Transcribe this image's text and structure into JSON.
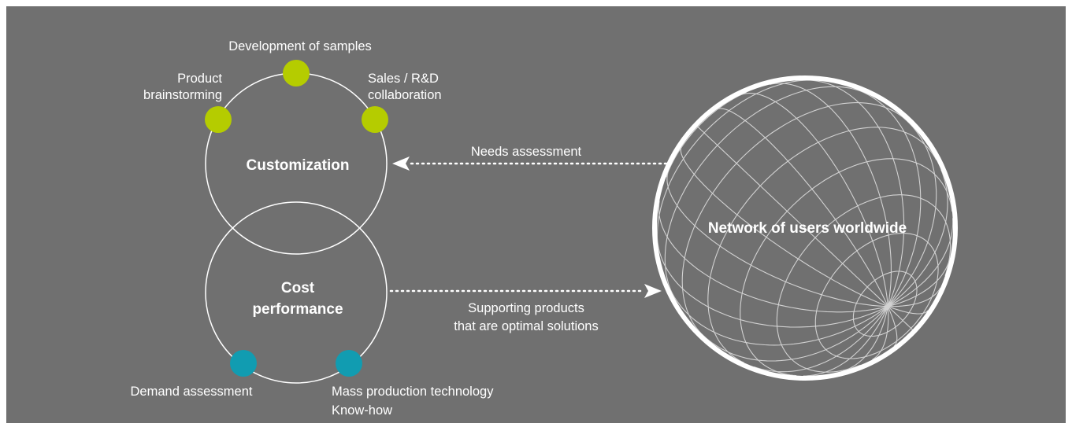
{
  "customization": {
    "title": "Customization",
    "dot_color": "#b5cc00",
    "nodes": {
      "top": "Development of samples",
      "left_line1": "Product",
      "left_line2": "brainstorming",
      "right_line1": "Sales / R&D",
      "right_line2": "collaboration"
    }
  },
  "cost": {
    "title_line1": "Cost",
    "title_line2": "performance",
    "dot_color": "#119cb1",
    "nodes": {
      "left": "Demand assessment",
      "right_line1": "Mass production technology",
      "right_line2": "Know-how"
    }
  },
  "arrows": {
    "needs": "Needs assessment",
    "supporting_line1": "Supporting products",
    "supporting_line2": "that are optimal solutions"
  },
  "globe": {
    "title": "Network of users worldwide"
  },
  "colors": {
    "background": "#707070",
    "lines": "#ffffff",
    "grid": "#d2d2d2"
  }
}
